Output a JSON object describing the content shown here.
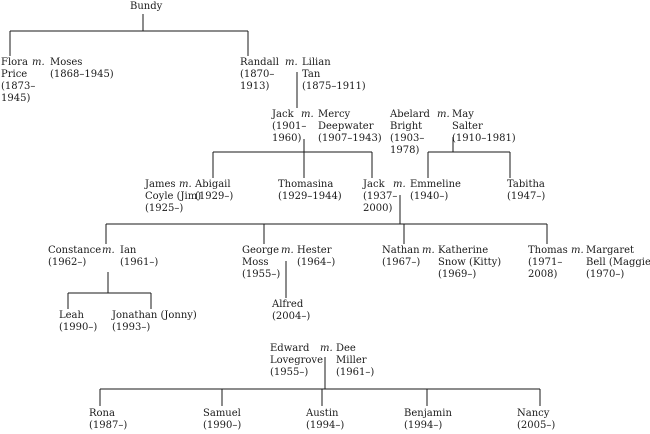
{
  "marriage_marker": "m.",
  "people": [
    {
      "id": "bundy",
      "lines": [
        "Bundy"
      ]
    },
    {
      "id": "flora",
      "lines": [
        "Flora",
        "Price",
        "(1873–",
        "1945)"
      ]
    },
    {
      "id": "moses",
      "lines": [
        "Moses",
        "(1868–1945)"
      ]
    },
    {
      "id": "randall",
      "lines": [
        "Randall",
        "(1870–",
        "1913)"
      ]
    },
    {
      "id": "lilian",
      "lines": [
        "Lilian",
        "Tan",
        "(1875–1911)"
      ]
    },
    {
      "id": "jack-sr",
      "lines": [
        "Jack",
        "(1901–",
        "1960)"
      ]
    },
    {
      "id": "mercy",
      "lines": [
        "Mercy",
        "Deepwater",
        "(1907–1943)"
      ]
    },
    {
      "id": "abelard",
      "lines": [
        "Abelard",
        "Bright",
        "(1903–",
        "1978)"
      ]
    },
    {
      "id": "may",
      "lines": [
        "May",
        "Salter",
        "(1910–1981)"
      ]
    },
    {
      "id": "james",
      "lines": [
        "James",
        "Coyle (Jim)",
        "(1925–)"
      ]
    },
    {
      "id": "abigail",
      "lines": [
        "Abigail",
        "(1929–)"
      ]
    },
    {
      "id": "thomasina",
      "lines": [
        "Thomasina",
        "(1929–1944)"
      ]
    },
    {
      "id": "jack-jr",
      "lines": [
        "Jack",
        "(1937–",
        "2000)"
      ]
    },
    {
      "id": "emmeline",
      "lines": [
        "Emmeline",
        "(1940–)"
      ]
    },
    {
      "id": "tabitha",
      "lines": [
        "Tabitha",
        "(1947–)"
      ]
    },
    {
      "id": "constance",
      "lines": [
        "Constance",
        "(1962–)"
      ]
    },
    {
      "id": "ian",
      "lines": [
        "Ian",
        "(1961–)"
      ]
    },
    {
      "id": "george",
      "lines": [
        "George",
        "Moss",
        "(1955–)"
      ]
    },
    {
      "id": "hester",
      "lines": [
        "Hester",
        "(1964–)"
      ]
    },
    {
      "id": "nathan",
      "lines": [
        "Nathan",
        "(1967–)"
      ]
    },
    {
      "id": "katherine",
      "lines": [
        "Katherine",
        "Snow (Kitty)",
        "(1969–)"
      ]
    },
    {
      "id": "thomas",
      "lines": [
        "Thomas",
        "(1971–",
        "2008)"
      ]
    },
    {
      "id": "margaret",
      "lines": [
        "Margaret",
        "Bell (Maggie)",
        "(1970–)"
      ]
    },
    {
      "id": "leah",
      "lines": [
        "Leah",
        "(1990–)"
      ]
    },
    {
      "id": "jonathan",
      "lines": [
        "Jonathan (Jonny)",
        "(1993–)"
      ]
    },
    {
      "id": "alfred",
      "lines": [
        "Alfred",
        "(2004–)"
      ]
    },
    {
      "id": "edward",
      "lines": [
        "Edward",
        "Lovegrove",
        "(1955–)"
      ]
    },
    {
      "id": "dee",
      "lines": [
        "Dee",
        "Miller",
        "(1961–)"
      ]
    },
    {
      "id": "rona",
      "lines": [
        "Rona",
        "(1987–)"
      ]
    },
    {
      "id": "samuel",
      "lines": [
        "Samuel",
        "(1990–)"
      ]
    },
    {
      "id": "austin",
      "lines": [
        "Austin",
        "(1994–)"
      ]
    },
    {
      "id": "benjamin",
      "lines": [
        "Benjamin",
        "(1994–)"
      ]
    },
    {
      "id": "nancy",
      "lines": [
        "Nancy",
        "(2005–)"
      ]
    }
  ],
  "marriages": [
    [
      "flora",
      "moses"
    ],
    [
      "randall",
      "lilian"
    ],
    [
      "jack-sr",
      "mercy"
    ],
    [
      "abelard",
      "may"
    ],
    [
      "james",
      "abigail"
    ],
    [
      "jack-jr",
      "emmeline"
    ],
    [
      "constance",
      "ian"
    ],
    [
      "george",
      "hester"
    ],
    [
      "nathan",
      "katherine"
    ],
    [
      "thomas",
      "margaret"
    ],
    [
      "edward",
      "dee"
    ]
  ]
}
